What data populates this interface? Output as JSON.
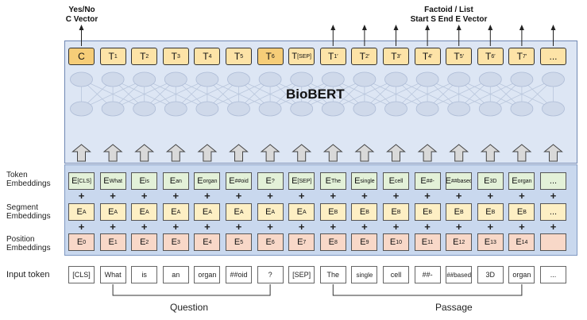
{
  "top_labels": {
    "left_line1": "Yes/No",
    "left_line2": "C Vector",
    "right_line1": "Factoid / List",
    "right_line2": "Start S End E Vector"
  },
  "bert_title": "BioBERT",
  "row_labels": {
    "token": "Token Embeddings",
    "segment": "Segment Embeddings",
    "position": "Position Embeddings",
    "input": "Input token"
  },
  "output_tokens": [
    {
      "base": "C",
      "sub": "",
      "hl": true
    },
    {
      "base": "T",
      "sub": "1",
      "hl": false
    },
    {
      "base": "T",
      "sub": "2",
      "hl": false
    },
    {
      "base": "T",
      "sub": "3",
      "hl": false
    },
    {
      "base": "T",
      "sub": "4",
      "hl": false
    },
    {
      "base": "T",
      "sub": "5",
      "hl": false
    },
    {
      "base": "T",
      "sub": "6",
      "hl": true
    },
    {
      "base": "T",
      "sub": "[SEP]",
      "hl": false
    },
    {
      "base": "T",
      "sub": "1′",
      "hl": false
    },
    {
      "base": "T",
      "sub": "2′",
      "hl": false
    },
    {
      "base": "T",
      "sub": "3′",
      "hl": false
    },
    {
      "base": "T",
      "sub": "4′",
      "hl": false
    },
    {
      "base": "T",
      "sub": "5′",
      "hl": false
    },
    {
      "base": "T",
      "sub": "6′",
      "hl": false
    },
    {
      "base": "T",
      "sub": "7′",
      "hl": false
    },
    {
      "base": "...",
      "sub": "",
      "hl": false
    }
  ],
  "token_embeddings": [
    {
      "base": "E",
      "sub": "[CLS]"
    },
    {
      "base": "E",
      "sub": "What"
    },
    {
      "base": "E",
      "sub": "is"
    },
    {
      "base": "E",
      "sub": "an"
    },
    {
      "base": "E",
      "sub": "organ"
    },
    {
      "base": "E",
      "sub": "##oid"
    },
    {
      "base": "E",
      "sub": "?"
    },
    {
      "base": "E",
      "sub": "[SEP]"
    },
    {
      "base": "E",
      "sub": "The"
    },
    {
      "base": "E",
      "sub": "single"
    },
    {
      "base": "E",
      "sub": "cell"
    },
    {
      "base": "E",
      "sub": "##-"
    },
    {
      "base": "E",
      "sub": "##based"
    },
    {
      "base": "E",
      "sub": "3D"
    },
    {
      "base": "E",
      "sub": "organ"
    },
    {
      "base": "...",
      "sub": ""
    }
  ],
  "segment_embeddings": [
    {
      "base": "E",
      "sub": "A"
    },
    {
      "base": "E",
      "sub": "A"
    },
    {
      "base": "E",
      "sub": "A"
    },
    {
      "base": "E",
      "sub": "A"
    },
    {
      "base": "E",
      "sub": "A"
    },
    {
      "base": "E",
      "sub": "A"
    },
    {
      "base": "E",
      "sub": "A"
    },
    {
      "base": "E",
      "sub": "A"
    },
    {
      "base": "E",
      "sub": "B"
    },
    {
      "base": "E",
      "sub": "B"
    },
    {
      "base": "E",
      "sub": "B"
    },
    {
      "base": "E",
      "sub": "B"
    },
    {
      "base": "E",
      "sub": "B"
    },
    {
      "base": "E",
      "sub": "B"
    },
    {
      "base": "E",
      "sub": "B"
    },
    {
      "base": "...",
      "sub": ""
    }
  ],
  "position_embeddings": [
    {
      "base": "E",
      "sub": "0"
    },
    {
      "base": "E",
      "sub": "1"
    },
    {
      "base": "E",
      "sub": "2"
    },
    {
      "base": "E",
      "sub": "3"
    },
    {
      "base": "E",
      "sub": "4"
    },
    {
      "base": "E",
      "sub": "5"
    },
    {
      "base": "E",
      "sub": "6"
    },
    {
      "base": "E",
      "sub": "7"
    },
    {
      "base": "E",
      "sub": "8"
    },
    {
      "base": "E",
      "sub": "9"
    },
    {
      "base": "E",
      "sub": "10"
    },
    {
      "base": "E",
      "sub": "11"
    },
    {
      "base": "E",
      "sub": "12"
    },
    {
      "base": "E",
      "sub": "13"
    },
    {
      "base": "E",
      "sub": "14"
    },
    {
      "base": "",
      "sub": ""
    }
  ],
  "input_tokens": [
    "[CLS]",
    "What",
    "is",
    "an",
    "organ",
    "##oid",
    "?",
    "[SEP]",
    "The",
    "single",
    "cell",
    "##-",
    "##based",
    "3D",
    "organ",
    "..."
  ],
  "group_labels": {
    "question": "Question",
    "passage": "Passage"
  },
  "colors": {
    "bert_bg": "#dde6f4",
    "emb_bg": "#c9d8ee",
    "output_token": "#fde3a7",
    "output_token_highlight": "#f6cd78",
    "token_emb": "#e3f1d8",
    "segment_emb": "#fdefc4",
    "position_emb": "#f8d8c8"
  }
}
